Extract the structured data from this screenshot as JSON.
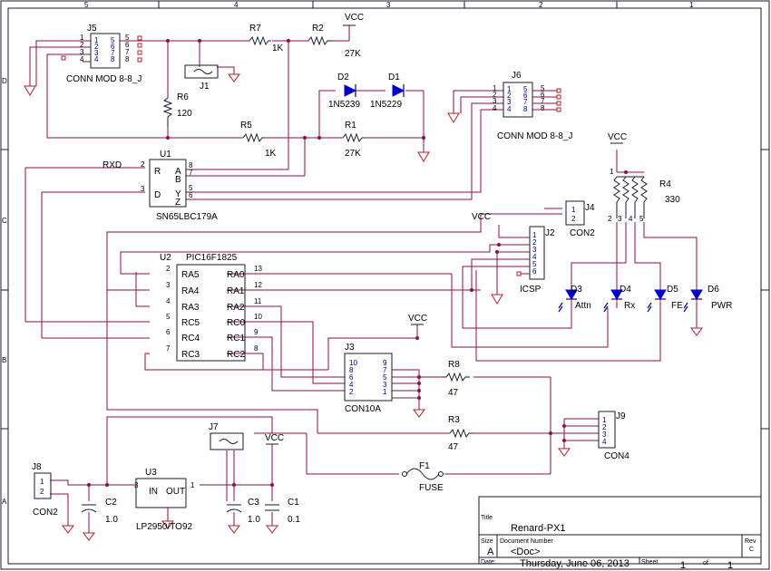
{
  "border": {
    "columns": [
      "5",
      "4",
      "3",
      "2",
      "1"
    ],
    "rows": [
      "D",
      "C",
      "B",
      "A"
    ]
  },
  "components": {
    "j5": {
      "ref": "J5",
      "value": "CONN MOD 8-8_J",
      "left_pins": [
        "1",
        "2",
        "3",
        "4"
      ],
      "right_pins": [
        "5",
        "6",
        "7",
        "8"
      ],
      "inner_left": [
        "1",
        "2",
        "3",
        "4"
      ],
      "inner_right": [
        "5",
        "6",
        "7",
        "8"
      ]
    },
    "j6": {
      "ref": "J6",
      "value": "CONN MOD 8-8_J",
      "left_pins": [
        "1",
        "2",
        "3",
        "4"
      ],
      "right_pins": [
        "5",
        "6",
        "7",
        "8"
      ],
      "inner_left": [
        "1",
        "2",
        "3",
        "4"
      ],
      "inner_right": [
        "5",
        "6",
        "7",
        "8"
      ]
    },
    "j1": {
      "ref": "J1"
    },
    "r7": {
      "ref": "R7",
      "value": "1K"
    },
    "r2": {
      "ref": "R2",
      "value": "27K"
    },
    "r6": {
      "ref": "R6",
      "value": "120"
    },
    "r5": {
      "ref": "R5",
      "value": "1K"
    },
    "r1": {
      "ref": "R1",
      "value": "27K"
    },
    "d2": {
      "ref": "D2",
      "value": "1N5239"
    },
    "d1": {
      "ref": "D1",
      "value": "1N5229"
    },
    "u1": {
      "ref": "U1",
      "value": "SN65LBC179A",
      "pins_left": [
        "R",
        "D"
      ],
      "pins_right": [
        "A",
        "B",
        "Y",
        "Z"
      ],
      "pin_nums_left": [
        "2",
        "3"
      ],
      "pin_nums_right": [
        "8",
        "7",
        "5",
        "6"
      ]
    },
    "r4": {
      "ref": "R4",
      "value": "330",
      "pins": [
        "1",
        "2",
        "3",
        "4",
        "5"
      ]
    },
    "j4": {
      "ref": "J4",
      "value": "CON2",
      "pins": [
        "1",
        "2"
      ]
    },
    "j2": {
      "ref": "J2",
      "value": "ICSP",
      "pins": [
        "1",
        "2",
        "3",
        "4",
        "5",
        "6"
      ]
    },
    "u2": {
      "ref": "U2",
      "value": "PIC16F1825",
      "left_pins": [
        "RA5",
        "RA4",
        "RA3",
        "RC5",
        "RC4",
        "RC3"
      ],
      "left_nums": [
        "2",
        "3",
        "4",
        "5",
        "6",
        "7"
      ],
      "right_pins": [
        "RA0",
        "RA1",
        "RA2",
        "RC0",
        "RC1",
        "RC2"
      ],
      "right_nums": [
        "13",
        "12",
        "11",
        "10",
        "9",
        "8"
      ]
    },
    "d3": {
      "ref": "D3",
      "value": "Attn"
    },
    "d4": {
      "ref": "D4",
      "value": "Rx"
    },
    "d5": {
      "ref": "D5",
      "value": "FE"
    },
    "d6": {
      "ref": "D6",
      "value": "PWR"
    },
    "j3": {
      "ref": "J3",
      "value": "CON10A",
      "left": [
        "10",
        "8",
        "6",
        "4",
        "2"
      ],
      "right": [
        "9",
        "7",
        "5",
        "3",
        "1"
      ]
    },
    "r8": {
      "ref": "R8",
      "value": "47"
    },
    "r3": {
      "ref": "R3",
      "value": "47"
    },
    "j9": {
      "ref": "J9",
      "value": "CON4",
      "pins": [
        "1",
        "2",
        "3",
        "4"
      ]
    },
    "j7": {
      "ref": "J7"
    },
    "j8": {
      "ref": "J8",
      "value": "CON2",
      "pins": [
        "1",
        "2"
      ]
    },
    "u3": {
      "ref": "U3",
      "value": "LP2950/TO92",
      "pins": [
        "IN",
        "OUT"
      ],
      "pin_nums": [
        "3",
        "1"
      ]
    },
    "c2": {
      "ref": "C2",
      "value": "1.0"
    },
    "c3": {
      "ref": "C3",
      "value": "1.0"
    },
    "c1": {
      "ref": "C1",
      "value": "0.1"
    },
    "f1": {
      "ref": "F1",
      "value": "FUSE"
    }
  },
  "nets": {
    "vcc": "VCC",
    "rxd": "RXD"
  },
  "title_block": {
    "title_label": "Title",
    "title": "Renard-PX1",
    "size_label": "Size",
    "size": "A",
    "doc_label": "Document Number",
    "doc": "<Doc>",
    "rev_label": "Rev",
    "rev": "C",
    "date_label": "Date:",
    "date": "Thursday, June 06, 2013",
    "sheet_label": "Sheet",
    "sheet": "1",
    "of_label": "of",
    "of": "1"
  },
  "colors": {
    "wire": "#8a0f4a",
    "part": "#1a1a2e",
    "led": "#0000cd",
    "ground": "#b22222"
  }
}
